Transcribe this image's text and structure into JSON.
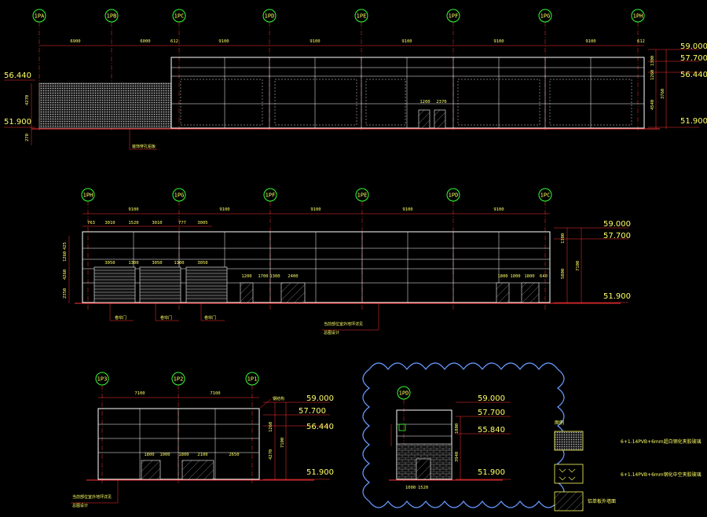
{
  "elev1": {
    "grids": [
      "1PA",
      "1PB",
      "1PC",
      "1PD",
      "1PE",
      "1PF",
      "1PG",
      "1PH"
    ],
    "top_dims": [
      "6900",
      "6000",
      "612",
      "9100",
      "9100",
      "9100",
      "9100",
      "9100",
      "612"
    ],
    "levels_right": [
      "59.000",
      "57.700",
      "56.440",
      "51.900"
    ],
    "levels_left": [
      "56.440",
      "51.900"
    ],
    "side_dims": [
      "1300",
      "1260",
      "3760",
      "4540"
    ],
    "left_dims": [
      "4270",
      "270"
    ],
    "door_dims": [
      "1200",
      "2370"
    ],
    "note": "装饰穿孔铝板"
  },
  "elev2": {
    "grids": [
      "1PH",
      "1PG",
      "1PF",
      "1PE",
      "1PD",
      "1PC"
    ],
    "top_dims": [
      "9100",
      "9100",
      "9100",
      "9100",
      "9100"
    ],
    "sub_dims": [
      "763",
      "3010",
      "1520",
      "3010",
      "777",
      "3005"
    ],
    "levels": [
      "59.000",
      "57.700",
      "51.900"
    ],
    "side_dims": [
      "1300",
      "5800",
      "7100"
    ],
    "left_dims": [
      "425",
      "1260",
      "4260",
      "2350"
    ],
    "door_dims_a": [
      "3050",
      "1300",
      "3050",
      "1300",
      "3050"
    ],
    "door_dims_b": [
      "1200",
      "1700",
      "1300",
      "2400"
    ],
    "door_dims_c": [
      "1800",
      "1000",
      "1800",
      "640"
    ],
    "door_labels": [
      "卷帘门",
      "卷帘门",
      "卷帘门"
    ],
    "note": [
      "当前部位室外地坪详见",
      "总图设计"
    ]
  },
  "elev3": {
    "grids": [
      "1P3",
      "1P2",
      "1P1"
    ],
    "top_dims": [
      "7100",
      "7100"
    ],
    "levels": [
      "59.000",
      "57.700",
      "56.440",
      "51.900"
    ],
    "side_dims": [
      "1260",
      "4270",
      "7100"
    ],
    "door_dims": [
      "1800",
      "1000",
      "1800",
      "2100",
      "2650"
    ],
    "note": [
      "当前部位室外地坪详见",
      "总图设计"
    ],
    "tag": "钢结构"
  },
  "elev4": {
    "grid": "1PD",
    "levels": [
      "59.000",
      "57.700",
      "55.840",
      "51.900"
    ],
    "side_dims": [
      "1800",
      "3940"
    ],
    "bottom_dims": [
      "1000",
      "1520"
    ]
  },
  "legend": {
    "title": "图例",
    "items": [
      "6+1.14PVB+6mm超白钢化夹胶玻璃",
      "6+1.14PVB+6mm钢化中空夹胶玻璃",
      "铝单板外墙面"
    ]
  }
}
